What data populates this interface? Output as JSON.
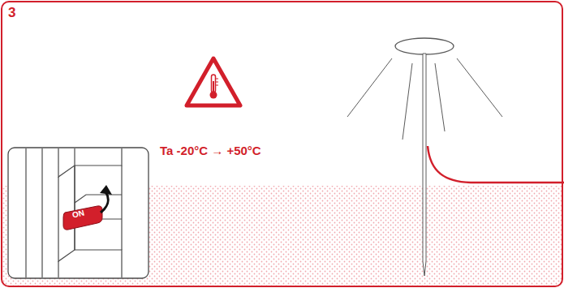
{
  "diagram": {
    "labels": [
      "3",
      "ON",
      "Ta -20°C → +50°C"
    ]
  }
}
